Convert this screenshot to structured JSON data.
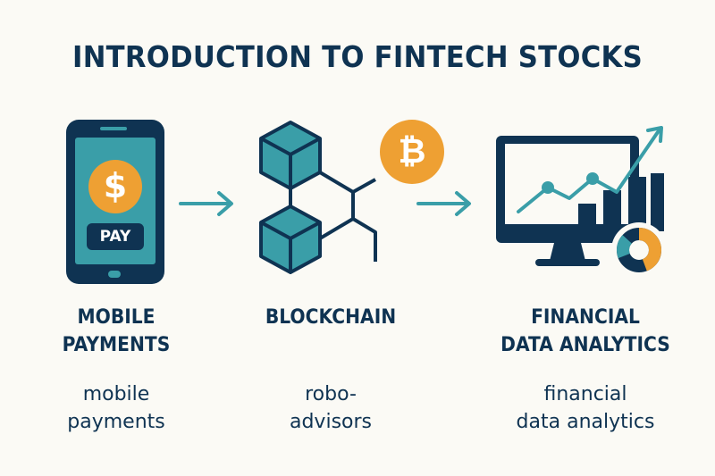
{
  "title": "INTRODUCTION TO FINTECH STOCKS",
  "colors": {
    "navy": "#0f3352",
    "teal": "#3a9ea8",
    "orange": "#eea033",
    "background": "#fbfaf5"
  },
  "sections": [
    {
      "icon": "mobile-phone-icon",
      "icon_label": "PAY",
      "coin_symbol": "$",
      "heading_line1": "MOBILE",
      "heading_line2": "PAYMENTS",
      "sub_line1": "mobile",
      "sub_line2": "payments"
    },
    {
      "icon": "blockchain-cubes-icon",
      "coin_symbol": "₿",
      "heading_line1": "BLOCKCHAIN",
      "heading_line2": "",
      "sub_line1": "robo-",
      "sub_line2": "advisors"
    },
    {
      "icon": "monitor-analytics-icon",
      "heading_line1": "FINANCIAL",
      "heading_line2": "DATA ANALYTICS",
      "sub_line1": "financial",
      "sub_line2": "data analytics"
    }
  ],
  "connectors": [
    "arrow-right",
    "arrow-right"
  ]
}
